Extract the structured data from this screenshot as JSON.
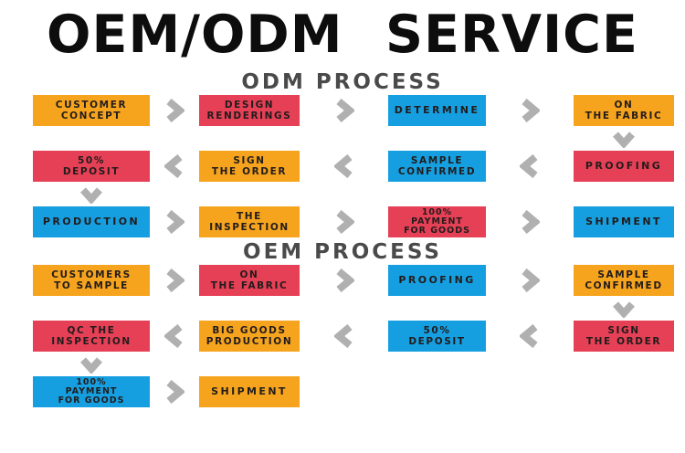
{
  "title": "OEM/ODM SERVICE",
  "colors": {
    "orange": "#F6A41E",
    "red": "#E64056",
    "blue": "#169FE0",
    "arrow": "#B0B0B0",
    "heading": "#4A4A4A",
    "title": "#0D0D0D",
    "box_text": "#221C1C"
  },
  "icons": {
    "forward": "chevron-right-icon",
    "backward": "chevron-left-icon",
    "down": "chevron-down-icon"
  },
  "sections": [
    {
      "heading": "ODM PROCESS",
      "rows": [
        {
          "dir": "right",
          "connector_after": 3,
          "boxes": [
            {
              "color": "orange",
              "lines": [
                "CUSTOMER",
                "CONCEPT"
              ]
            },
            {
              "color": "red",
              "lines": [
                "DESIGN",
                "RENDERINGS"
              ]
            },
            {
              "color": "blue",
              "lines": [
                "DETERMINE"
              ]
            },
            {
              "color": "orange",
              "lines": [
                "ON",
                "THE FABRIC"
              ]
            }
          ]
        },
        {
          "dir": "left",
          "connector_after": 0,
          "boxes": [
            {
              "color": "red",
              "lines": [
                "50%",
                "DEPOSIT"
              ]
            },
            {
              "color": "orange",
              "lines": [
                "SIGN",
                "THE ORDER"
              ]
            },
            {
              "color": "blue",
              "lines": [
                "SAMPLE",
                "CONFIRMED"
              ]
            },
            {
              "color": "red",
              "lines": [
                "PROOFING"
              ]
            }
          ]
        },
        {
          "dir": "right",
          "connector_after": null,
          "boxes": [
            {
              "color": "blue",
              "lines": [
                "PRODUCTION"
              ]
            },
            {
              "color": "orange",
              "lines": [
                "THE",
                "INSPECTION"
              ]
            },
            {
              "color": "red",
              "lines": [
                "100%",
                "PAYMENT",
                "FOR GOODS"
              ]
            },
            {
              "color": "blue",
              "lines": [
                "SHIPMENT"
              ]
            }
          ]
        }
      ]
    },
    {
      "heading": "OEM PROCESS",
      "rows": [
        {
          "dir": "right",
          "connector_after": 3,
          "boxes": [
            {
              "color": "orange",
              "lines": [
                "CUSTOMERS",
                "TO SAMPLE"
              ]
            },
            {
              "color": "red",
              "lines": [
                "ON",
                "THE FABRIC"
              ]
            },
            {
              "color": "blue",
              "lines": [
                "PROOFING"
              ]
            },
            {
              "color": "orange",
              "lines": [
                "SAMPLE",
                "CONFIRMED"
              ]
            }
          ]
        },
        {
          "dir": "left",
          "connector_after": 0,
          "boxes": [
            {
              "color": "red",
              "lines": [
                "QC THE",
                "INSPECTION"
              ]
            },
            {
              "color": "orange",
              "lines": [
                "BIG GOODS",
                "PRODUCTION"
              ]
            },
            {
              "color": "blue",
              "lines": [
                "50%",
                "DEPOSIT"
              ]
            },
            {
              "color": "red",
              "lines": [
                "SIGN",
                "THE ORDER"
              ]
            }
          ]
        },
        {
          "dir": "right",
          "connector_after": null,
          "boxes": [
            {
              "color": "blue",
              "lines": [
                "100%",
                "PAYMENT",
                "FOR GOODS"
              ]
            },
            {
              "color": "orange",
              "lines": [
                "SHIPMENT"
              ]
            }
          ]
        }
      ]
    }
  ]
}
